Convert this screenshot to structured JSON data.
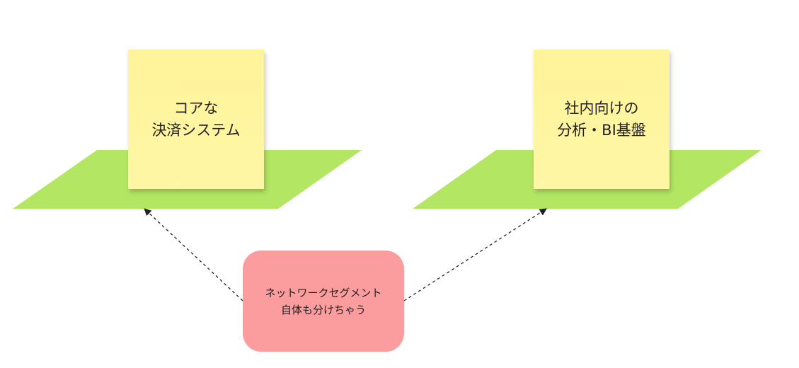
{
  "diagram": {
    "planes": [
      {
        "name": "left-plane",
        "color": "#b3e663"
      },
      {
        "name": "right-plane",
        "color": "#b3e663"
      }
    ],
    "stickies": [
      {
        "text": "コアな\n決済システム",
        "color": "#fff59a"
      },
      {
        "text": "社内向けの\n分析・BI基盤",
        "color": "#fff59a"
      }
    ],
    "note": {
      "text": "ネットワークセグメント\n自体も分けちゃう",
      "color": "#fb9d9f"
    },
    "connector_style": "dashed-arrow"
  }
}
